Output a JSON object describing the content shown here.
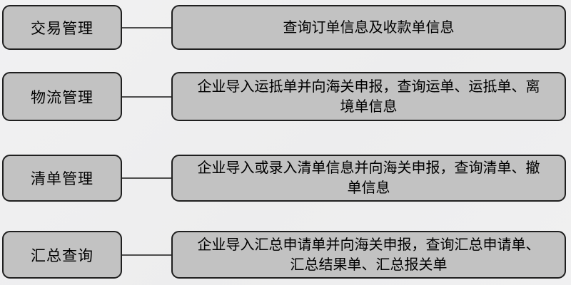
{
  "diagram": {
    "rows": [
      {
        "label": "交易管理",
        "description": "查询订单信息及收款单信息"
      },
      {
        "label": "物流管理",
        "description": "企业导入运抵单并向海关申报，查询运单、运抵单、离境单信息"
      },
      {
        "label": "清单管理",
        "description": "企业导入或录入清单信息并向海关申报，查询清单、撤单信息"
      },
      {
        "label": "汇总查询",
        "description": "企业导入汇总申请单并向海关申报，查询汇总申请单、汇总结果单、汇总报关单"
      }
    ],
    "colors": {
      "background": "#efefef",
      "box_fill": "#c2c2c2",
      "box_border": "#1f1f1f",
      "connector": "#4d4d4d",
      "text": "#000000"
    }
  }
}
